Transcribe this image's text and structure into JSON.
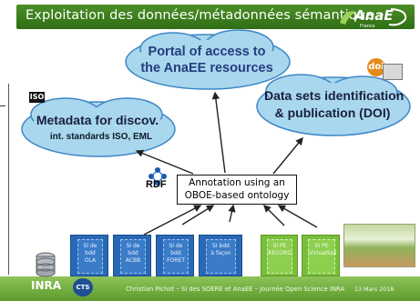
{
  "header": {
    "title": "Exploitation des données/métadonnées sémantique",
    "logo_text": "AnaE",
    "logo_subtext": "France"
  },
  "clouds": {
    "portal": [
      "Portal of access to",
      "the AnaEE resources"
    ],
    "datasets": [
      "Data sets identification",
      "& publication (DOI)"
    ],
    "metadata_title": "Metadata for discov.",
    "metadata_subtitle": "int. standards ISO, EML"
  },
  "annotation": [
    "Annotation using an",
    "OBOE-based ontology"
  ],
  "icons": {
    "iso": "ISO",
    "rdf": "RDF",
    "doi": "doi"
  },
  "sources": {
    "databases": [
      [
        "SI de",
        "bdd",
        "OLA"
      ],
      [
        "SI de",
        "bdd",
        "ACBB"
      ],
      [
        "SI de",
        "bdd",
        "FORET"
      ],
      [
        "SI bdd",
        "à façon"
      ]
    ],
    "snpe": [
      [
        "SI PE",
        "RECORD"
      ],
      [
        "SI PE",
        "VirtualSoil"
      ]
    ]
  },
  "footer": {
    "text": "Christian Pichot – SI des SOERE et AnaEE – Journée Open Science INRA",
    "date": "13 Mars 2018",
    "inra": "INRA",
    "cts": "CTS"
  },
  "colors": {
    "header_green": "#3d7f1d",
    "footer_green": "#79b84a",
    "cloud_fill": "#a9d7ee",
    "cloud_stroke": "#3d86c6",
    "db_blue": "#2968b5",
    "snpe_green": "#79be3b"
  }
}
